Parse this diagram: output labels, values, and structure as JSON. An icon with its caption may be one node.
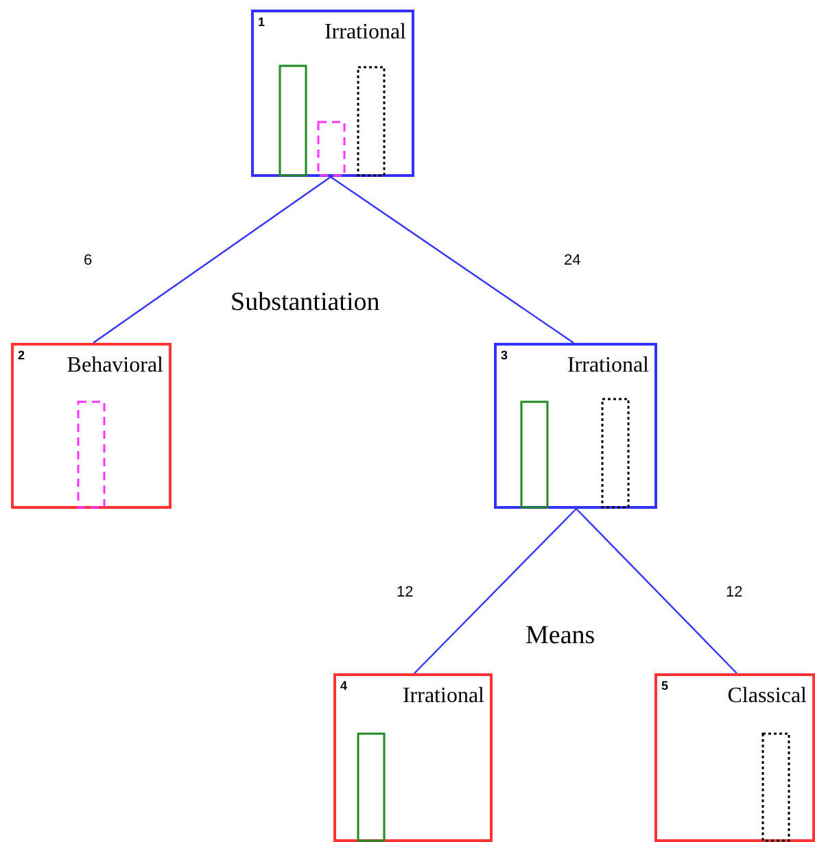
{
  "diagram": {
    "nodes": [
      {
        "text": [
          "1",
          "Irrational"
        ]
      },
      {
        "text": [
          "2",
          "Behavioral"
        ]
      },
      {
        "text": [
          "3",
          "Irrational"
        ]
      },
      {
        "text": [
          "4",
          "Irrational"
        ]
      },
      {
        "text": [
          "5",
          "Classical"
        ]
      }
    ],
    "edges": [
      {
        "from": 0,
        "to": 1,
        "arrow": "none",
        "label": "6"
      },
      {
        "from": 0,
        "to": 2,
        "arrow": "none",
        "label": "24"
      },
      {
        "from": 2,
        "to": 3,
        "arrow": "none",
        "label": "12"
      },
      {
        "from": 2,
        "to": 4,
        "arrow": "none",
        "label": "12"
      }
    ],
    "labels": [
      "Substantiation",
      "Means"
    ]
  }
}
